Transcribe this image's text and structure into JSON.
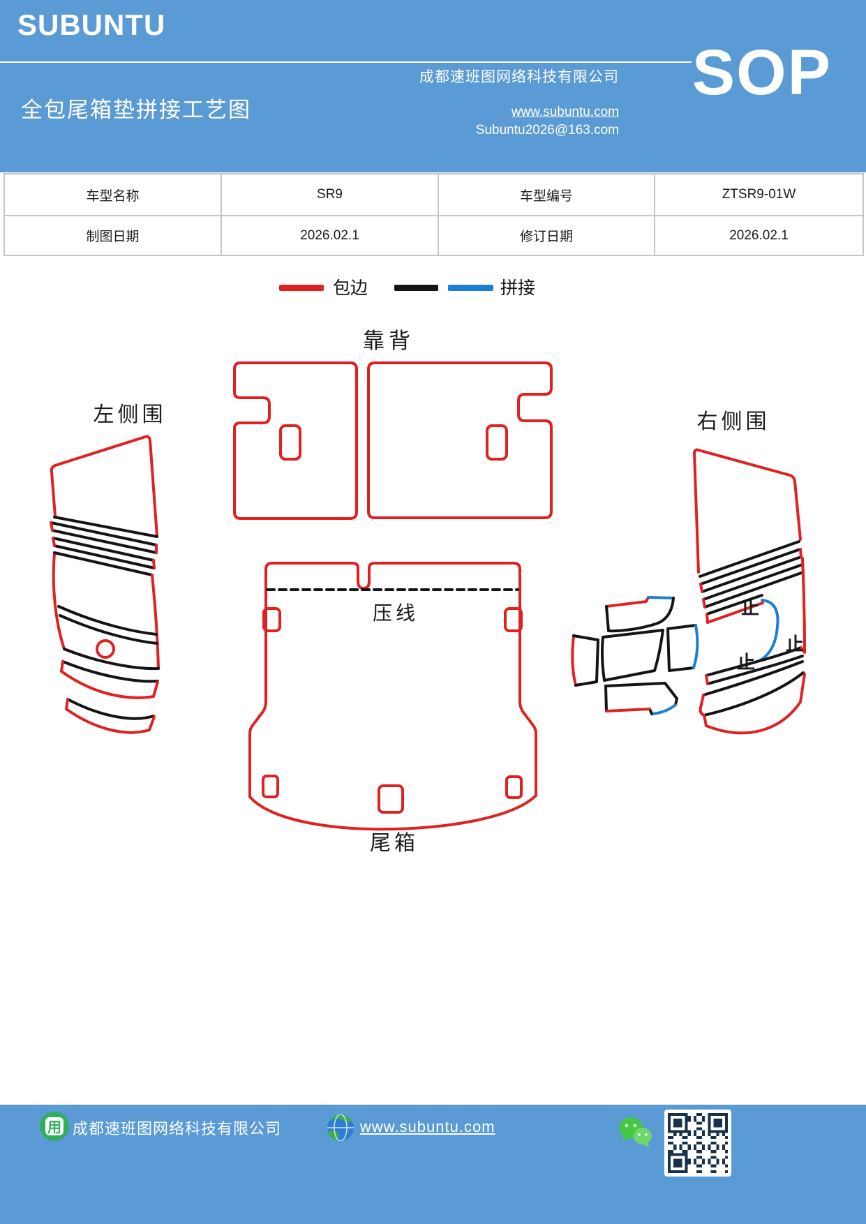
{
  "header": {
    "logo": "SUBUNTU",
    "title": "全包尾箱垫拼接工艺图",
    "company": "成都速班图网络科技有限公司",
    "website": "www.subuntu.com",
    "email": "Subuntu2026@163.com",
    "badge": "SOP"
  },
  "info_table": {
    "rows": [
      {
        "cells": [
          "车型名称",
          "SR9",
          "车型编号",
          "ZTSR9-01W"
        ]
      },
      {
        "cells": [
          "制图日期",
          "2026.02.1",
          "修订日期",
          "2026.02.1"
        ]
      }
    ]
  },
  "legend": {
    "items": [
      {
        "label": "包边",
        "colors": [
          "#e02121"
        ]
      },
      {
        "label": "拼接",
        "colors": [
          "#141414",
          "#1b7fd4"
        ]
      }
    ]
  },
  "diagram": {
    "labels": {
      "backrest": "靠背",
      "left_side": "左侧围",
      "right_side": "右侧围",
      "crease": "压线",
      "trunk": "尾箱"
    },
    "stop_markers": [
      "止",
      "止",
      "止"
    ]
  },
  "footer": {
    "company": "成都速班图网络科技有限公司",
    "website": "www.subuntu.com",
    "icons": [
      "subuntu-app-icon",
      "globe-icon",
      "wechat-icon",
      "qr-code"
    ]
  },
  "colors": {
    "header_blue": "#5b9bd5",
    "edge_red": "#e02121",
    "splice_black": "#141414",
    "splice_blue": "#1b7fd4"
  }
}
